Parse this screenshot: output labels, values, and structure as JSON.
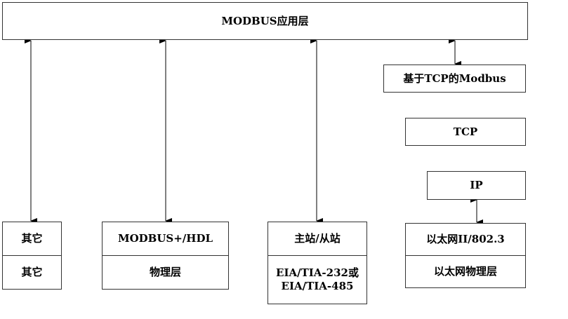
{
  "application_layer": "MODBUS应用层",
  "tcp_modbus": "基于TCP的Modbus",
  "tcp": "TCP",
  "ip": "IP",
  "stacks": [
    {
      "top": "其它",
      "bottom": "其它"
    },
    {
      "top": "MODBUS+/HDL",
      "bottom": "物理层"
    },
    {
      "top": "主站/从站",
      "bottom": "EIA/TIA-232或EIA/TIA-485"
    },
    {
      "top": "以太网II/802.3",
      "bottom": "以太网物理层"
    }
  ]
}
